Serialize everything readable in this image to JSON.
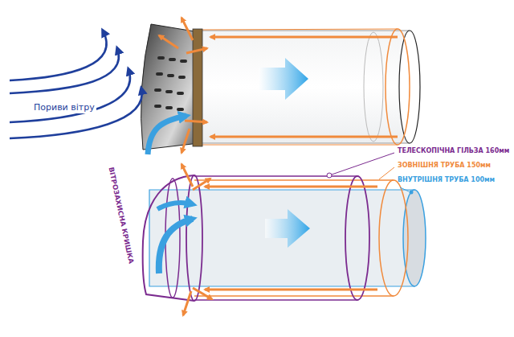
{
  "diagram": {
    "labels": [
      "Пориви вітру",
      "ТЕЛЕСКОПІЧНА ГІЛЬЗА 160мм",
      "ЗОВНІШНЯ ТРУБА 150мм",
      "ВНУТРІШНЯ ТРУБА 100мм",
      "ВІТРОЗАХИСНА КРИШКА"
    ]
  }
}
